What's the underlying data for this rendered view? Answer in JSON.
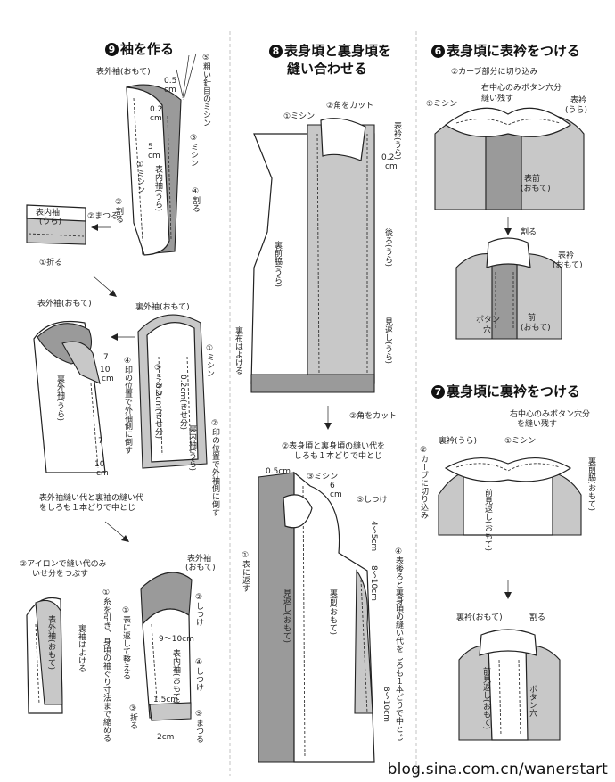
{
  "watermark": "blog.sina.com.cn/wanerstart",
  "sections": {
    "s9": {
      "num": "9",
      "title": "袖を作る"
    },
    "s8": {
      "num": "8",
      "title_l1": "表身頃と裏身頃を",
      "title_l2": "縫い合わせる"
    },
    "s6": {
      "num": "6",
      "title": "表身頃に表衿をつける"
    },
    "s7": {
      "num": "7",
      "title": "裏身頃に裏衿をつける"
    }
  },
  "labels9": {
    "a1": "表外袖(おもて)",
    "a2": "0.5",
    "a3": "cm",
    "a4": "0.2",
    "a5": "cm",
    "a6": "5",
    "a7": "cm",
    "v1": "⑤粗い針目のミシン",
    "v2": "③ミシン",
    "v3": "④割る",
    "v4": "①ミシン",
    "v5": "表内袖(うら)",
    "v6": "②割る",
    "b1": "表内袖",
    "b2": "(うら)",
    "b3": "②まつる",
    "b4": "①折る",
    "c1": "表外袖(おもて)",
    "c2": "裏外袖(おもて)",
    "c3": "7",
    "c4": "10",
    "c5": "cm",
    "c6": "7",
    "c7": "10",
    "c8": "cm",
    "v7": "裏外袖(うら)",
    "v8": "④印の位置で外袖側に倒す",
    "v9": "③ミシン",
    "v10": "0.2cm(きせ分)",
    "v11": "0.2cm(きせ分)",
    "v12": "①ミシン",
    "v13": "裏内袖(うら)",
    "v14": "②印の位置で外袖側に倒す",
    "c9": "表外袖縫い代と裏袖の縫い代",
    "c10": "をしろも１本どりで中とじ",
    "d1": "②アイロンで縫い代のみ",
    "d2": "いせ分をつぶす",
    "d3": "表外袖",
    "d4": "(おもて)",
    "v15": "表外袖(おもて)",
    "v16": "①糸を引き、身頃の袖ぐり寸法まで縮める",
    "v17": "裏袖はよける",
    "v18": "①表に返して整える",
    "v19": "②しつけ",
    "v20": "9〜10cm",
    "v21": "表内袖(おもて)",
    "v22": "④しつけ",
    "v23": "③折る",
    "v24": "⑤まつる",
    "d5": "1.5cm",
    "d6": "2cm"
  },
  "labels8": {
    "a1": "②角をカット",
    "a2": "①ミシン",
    "a3": "表衿(うら)",
    "a4": "0.2",
    "a5": "cm",
    "v1": "裏前脇(うら)",
    "v2": "後ろ(うら)",
    "v3": "見返し(うら)",
    "v4": "裏布はよける",
    "a6": "②角をカット",
    "b1": "②表身頃と裏身頃の縫い代を",
    "b2": "しろも１本どりで中とじ",
    "b3": "0.5cm",
    "b4": "③ミシン",
    "b5": "6",
    "b6": "cm",
    "b7": "⑤しつけ",
    "v5": "①表に返す",
    "v6": "見返し(おもて)",
    "v7": "裏前(おもて)",
    "v8": "4〜5cm",
    "v9": "8〜10cm",
    "v10": "④表後ろと裏身頃の縫い代をしろも１本どりで中とじ",
    "v11": "8〜10cm"
  },
  "labels6": {
    "a1": "②カーブ部分に切り込み",
    "a2": "右中心のみボタン穴分",
    "a3": "縫い残す",
    "a4": "①ミシン",
    "a5": "表衿",
    "a6": "(うら)",
    "a7": "表前",
    "a8": "(おもて)",
    "a9": "割る",
    "a10": "表衿",
    "a11": "(おもて)",
    "a12": "前",
    "a13": "(おもて)",
    "a14": "ボタン",
    "a15": "穴"
  },
  "labels7": {
    "a1": "右中心のみボタン穴分",
    "a2": "を縫い残す",
    "a3": "裏衿(うら)",
    "a4": "①ミシン",
    "v1": "②カーブに切り込み",
    "v2": "裏前脇(おもて)",
    "v3": "前見返し(おもて)",
    "a5": "裏衿(おもて)",
    "a6": "割る",
    "v4": "前見返し(おもて)",
    "v5": "ボタン穴"
  }
}
